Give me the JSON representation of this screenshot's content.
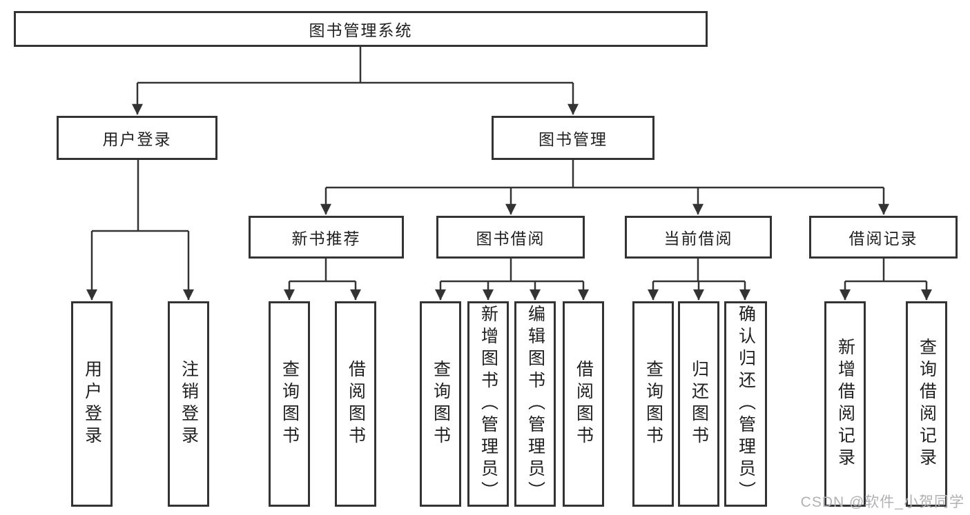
{
  "tree": {
    "root": {
      "label": "图书管理系统",
      "children": [
        {
          "label": "用户登录",
          "children": [
            {
              "label": "用户登录"
            },
            {
              "label": "注销登录"
            }
          ]
        },
        {
          "label": "图书管理",
          "children": [
            {
              "label": "新书推荐",
              "children": [
                {
                  "label": "查询图书"
                },
                {
                  "label": "借阅图书"
                }
              ]
            },
            {
              "label": "图书借阅",
              "children": [
                {
                  "label": "查询图书"
                },
                {
                  "label": "新增图书（管理员）"
                },
                {
                  "label": "编辑图书（管理员）"
                },
                {
                  "label": "借阅图书"
                }
              ]
            },
            {
              "label": "当前借阅",
              "children": [
                {
                  "label": "查询图书"
                },
                {
                  "label": "归还图书"
                },
                {
                  "label": "确认归还（管理员）"
                }
              ]
            },
            {
              "label": "借阅记录",
              "children": [
                {
                  "label": "新增借阅记录"
                },
                {
                  "label": "查询借阅记录"
                }
              ]
            }
          ]
        }
      ]
    }
  },
  "watermark": {
    "text": "CSDN @软件_小贺同学"
  },
  "colors": {
    "line": "#333333",
    "node_text": "#1f1f1f",
    "watermark": "#b0b0b5",
    "background": "#ffffff"
  }
}
